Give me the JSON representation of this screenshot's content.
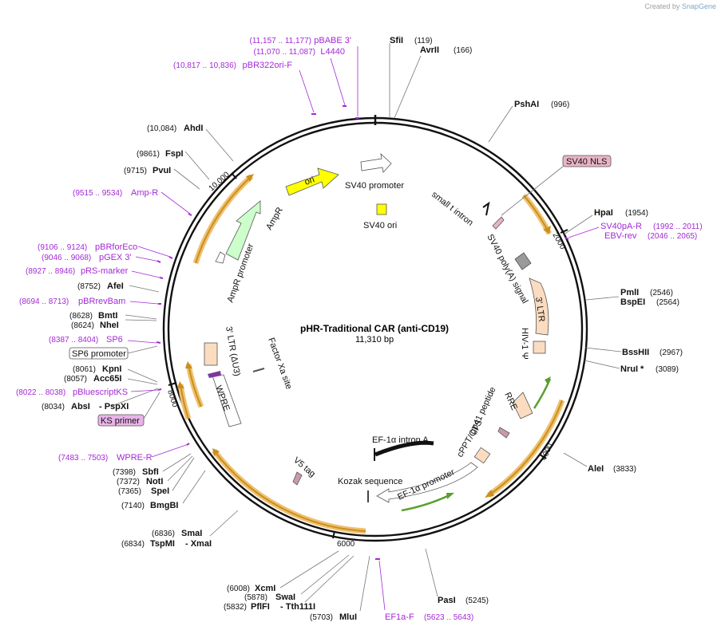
{
  "credit": {
    "prefix": "Created by",
    "brand": "SnapGene"
  },
  "plasmid": {
    "name": "pHR-Traditional CAR (anti-CD19)",
    "size_label": "11,310 bp",
    "length": 11310
  },
  "ticks": [
    "2000",
    "4000",
    "6000",
    "8000",
    "10,000"
  ],
  "enzymes": [
    {
      "name": "SfiI",
      "pos": "(119)"
    },
    {
      "name": "AvrII",
      "pos": "(166)"
    },
    {
      "name": "PshAI",
      "pos": "(996)"
    },
    {
      "name": "HpaI",
      "pos": "(1954)"
    },
    {
      "name": "PmlI",
      "pos": "(2546)"
    },
    {
      "name": "BspEI",
      "pos": "(2564)"
    },
    {
      "name": "BssHII",
      "pos": "(2967)"
    },
    {
      "name": "NruI *",
      "pos": "(3089)"
    },
    {
      "name": "AleI",
      "pos": "(3833)"
    },
    {
      "name": "PasI",
      "pos": "(5245)"
    },
    {
      "name": "MluI",
      "pos": "(5703)"
    },
    {
      "name": "PflFI",
      "pos": "(5832)",
      "extra": "- Tth111I"
    },
    {
      "name": "SwaI",
      "pos": "(5878)"
    },
    {
      "name": "XcmI",
      "pos": "(6008)"
    },
    {
      "name": "TspMI",
      "pos": "(6834)",
      "extra": "- XmaI"
    },
    {
      "name": "SmaI",
      "pos": "(6836)"
    },
    {
      "name": "BmgBI",
      "pos": "(7140)"
    },
    {
      "name": "SpeI",
      "pos": "(7365)"
    },
    {
      "name": "NotI",
      "pos": "(7372)"
    },
    {
      "name": "SbfI",
      "pos": "(7398)"
    },
    {
      "name": "AbsI",
      "pos": "(8034)",
      "extra": "- PspXI"
    },
    {
      "name": "Acc65I",
      "pos": "(8057)"
    },
    {
      "name": "KpnI",
      "pos": "(8061)"
    },
    {
      "name": "NheI",
      "pos": "(8624)"
    },
    {
      "name": "BmtI",
      "pos": "(8628)"
    },
    {
      "name": "AfeI",
      "pos": "(8752)"
    },
    {
      "name": "PvuI",
      "pos": "(9715)"
    },
    {
      "name": "FspI",
      "pos": "(9861)"
    },
    {
      "name": "AhdI",
      "pos": "(10,084)"
    }
  ],
  "primers": [
    {
      "name": "pBABE 3'",
      "pos": "(11,157 .. 11,177)"
    },
    {
      "name": "L4440",
      "pos": "(11,070 .. 11,087)"
    },
    {
      "name": "pBR322ori-F",
      "pos": "(10,817 .. 10,836)"
    },
    {
      "name": "SV40pA-R",
      "pos": "(1992 .. 2011)"
    },
    {
      "name": "EBV-rev",
      "pos": "(2046 .. 2065)"
    },
    {
      "name": "Amp-R",
      "pos": "(9515 .. 9534)"
    },
    {
      "name": "pBRforEco",
      "pos": "(9106 .. 9124)"
    },
    {
      "name": "pGEX 3'",
      "pos": "(9046 .. 9068)"
    },
    {
      "name": "pRS-marker",
      "pos": "(8927 .. 8946)"
    },
    {
      "name": "pBRrevBam",
      "pos": "(8694 .. 8713)"
    },
    {
      "name": "SP6",
      "pos": "(8387 .. 8404)"
    },
    {
      "name": "pBluescriptKS",
      "pos": "(8022 .. 8038)"
    },
    {
      "name": "WPRE-R",
      "pos": "(7483 .. 7503)"
    },
    {
      "name": "EF1a-F",
      "pos": "(5623 .. 5643)"
    }
  ],
  "boxed_labels": {
    "sv40_nls": "SV40 NLS",
    "sp6_promoter": "SP6 promoter",
    "ks_primer": "KS primer"
  },
  "features": {
    "ori": "ori",
    "ampr": "AmpR",
    "ampr_promoter": "AmpR promoter",
    "sv40_promoter": "SV40 promoter",
    "sv40_ori": "SV40 ori",
    "small_t_intron": "small t intron",
    "sv40_polya": "SV40 poly(A) signal",
    "ltr3": "3' LTR",
    "hiv_psi": "HIV-1 Ψ",
    "rre": "RRE",
    "gp41": "gp41 peptide",
    "cppt": "cPPT/CTS",
    "ef1a_intron": "EF-1α intron A",
    "ef1a_promoter": "EF-1α promoter",
    "kozak": "Kozak sequence",
    "v5_tag": "V5 tag",
    "factor_xa": "Factor Xa site",
    "wpre": "WPRE",
    "ltr3_du3": "3' LTR (ΔU3)"
  },
  "colors": {
    "backbone": "#111111",
    "primer": "#a329d6",
    "orf_highlight": "#f0c070",
    "orf_arrow": "#c8901e",
    "green_arrow": "#5aa02c",
    "ori_fill": "#ffff00",
    "ampr_fill": "#ccffcc",
    "ltr_fill": "#fbdcc0",
    "polya_fill": "#9a9a9a",
    "nls_fill": "#e8b4c4"
  }
}
